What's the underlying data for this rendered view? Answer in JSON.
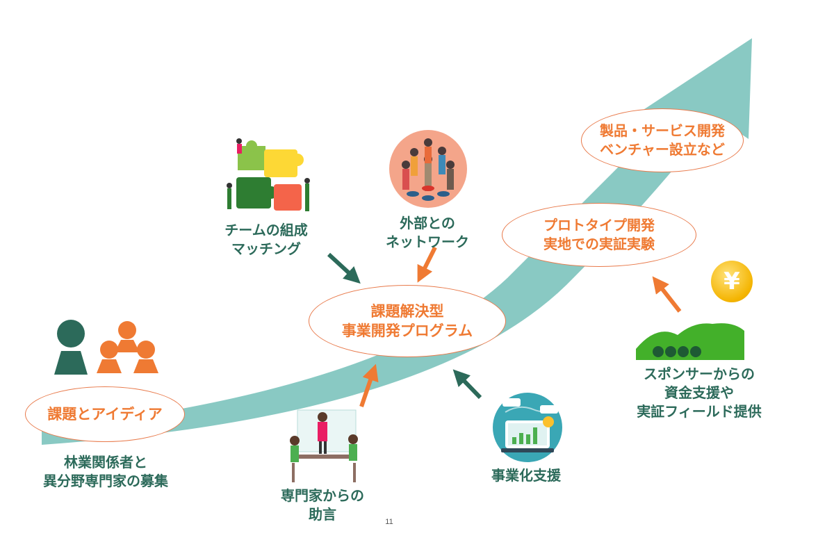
{
  "center": {
    "line1": "課題解決型",
    "line2": "事業開発プログラム"
  },
  "start": {
    "oval": "課題とアイディア",
    "line1": "林業関係者と",
    "line2": "異分野専門家の募集"
  },
  "team": {
    "line1": "チームの組成",
    "line2": "マッチング"
  },
  "network": {
    "line1": "外部との",
    "line2": "ネットワーク"
  },
  "experts": {
    "line1": "専門家からの",
    "line2": "助言"
  },
  "business": {
    "label": "事業化支援"
  },
  "prototype": {
    "line1": "プロトタイプ開発",
    "line2": "実地での実証実験"
  },
  "goal": {
    "line1": "製品・サービス開発",
    "line2": "ベンチャー設立など"
  },
  "sponsor": {
    "line1": "スポンサーからの",
    "line2": "資金支援や",
    "line3": "実証フィールド提供",
    "coin": "¥"
  },
  "page_number": "11",
  "colors": {
    "teal": "#89c9c3",
    "dark_green": "#2c6a5a",
    "orange": "#ef7a33",
    "green": "#4caf50"
  }
}
